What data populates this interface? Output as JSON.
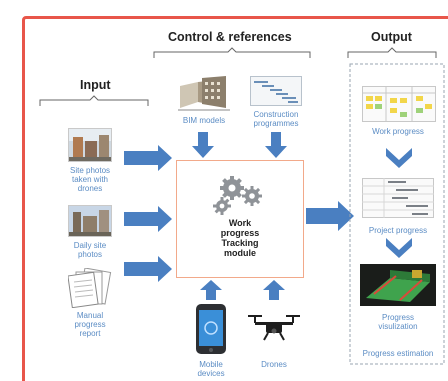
{
  "headers": {
    "input": "Input",
    "control": "Control & references",
    "output": "Output"
  },
  "inputs": [
    {
      "label": "Site photos taken with drones",
      "lines": [
        "Site photos",
        "taken with",
        "drones"
      ],
      "icon": "drone-photo-thumbnail"
    },
    {
      "label": "Daily site photos",
      "lines": [
        "Daily site",
        "photos"
      ],
      "icon": "site-photo-thumbnail"
    },
    {
      "label": "Manual progress report",
      "lines": [
        "Manual",
        "progress",
        "report"
      ],
      "icon": "report-papers-icon"
    }
  ],
  "controls": [
    {
      "label": "BIM models",
      "lines": [
        "BIM models"
      ],
      "icon": "bim-building-icon"
    },
    {
      "label": "Construction programmes",
      "lines": [
        "Construction",
        "programmes"
      ],
      "icon": "gantt-chart-icon"
    }
  ],
  "module": {
    "lines": [
      "Work",
      "progress",
      "Tracking",
      "module"
    ],
    "icon": "gears-icon"
  },
  "devices": [
    {
      "lines": [
        "Mobile",
        "devices"
      ],
      "icon": "mobile-phone-icon"
    },
    {
      "lines": [
        "Drones"
      ],
      "icon": "drone-icon"
    }
  ],
  "outputs": [
    {
      "lines": [
        "Work progress"
      ],
      "icon": "work-progress-board"
    },
    {
      "lines": [
        "Project progress"
      ],
      "icon": "project-progress-table"
    },
    {
      "lines": [
        "Progress",
        "visulization"
      ],
      "icon": "progress-visualization-3d"
    }
  ],
  "output_footer": "Progress estimation",
  "colors": {
    "frame": "#e8564a",
    "arrow": "#4a7fc1",
    "caption": "#5b8cc4",
    "module_border": "#f2a98a"
  }
}
